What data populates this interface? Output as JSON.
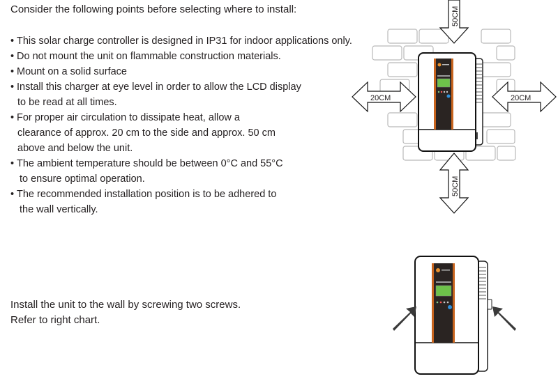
{
  "intro": "Consider the following points before selecting where to install:",
  "bullets": [
    {
      "lines": [
        "This solar charge controller is designed in IP31 for indoor applications only."
      ]
    },
    {
      "lines": [
        "Do not mount the unit on flammable construction materials."
      ]
    },
    {
      "lines": [
        "Mount on a solid surface"
      ]
    },
    {
      "lines": [
        "Install this charger at eye level in order to allow the LCD display",
        "to be read at all times."
      ]
    },
    {
      "lines": [
        "For proper air circulation to dissipate heat, allow a",
        "clearance of approx. 20 cm to the side and approx. 50 cm",
        "above and below the unit."
      ]
    },
    {
      "lines": [
        "The ambient temperature should be between 0°C and 55°C",
        "to ensure optimal operation."
      ]
    },
    {
      "lines": [
        "The recommended installation position is to be adhered to",
        "the wall vertically."
      ]
    }
  ],
  "install": {
    "line1": "Install the unit to the wall by screwing two screws.",
    "line2": "Refer to right chart."
  },
  "clearance": {
    "top": "50CM",
    "bottom": "50CM",
    "left": "20CM",
    "right": "20CM"
  },
  "colors": {
    "accent_orange": "#c8641e",
    "panel_dark": "#2a2422",
    "lcd_green": "#6ec24a",
    "button_blue": "#2f8fd8",
    "brick_line": "#b9b9b9",
    "screw_arrow": "#3a3a3a"
  },
  "icons": [
    "clearance-arrow-icon",
    "screw-arrow-icon",
    "brand-logo-icon"
  ]
}
